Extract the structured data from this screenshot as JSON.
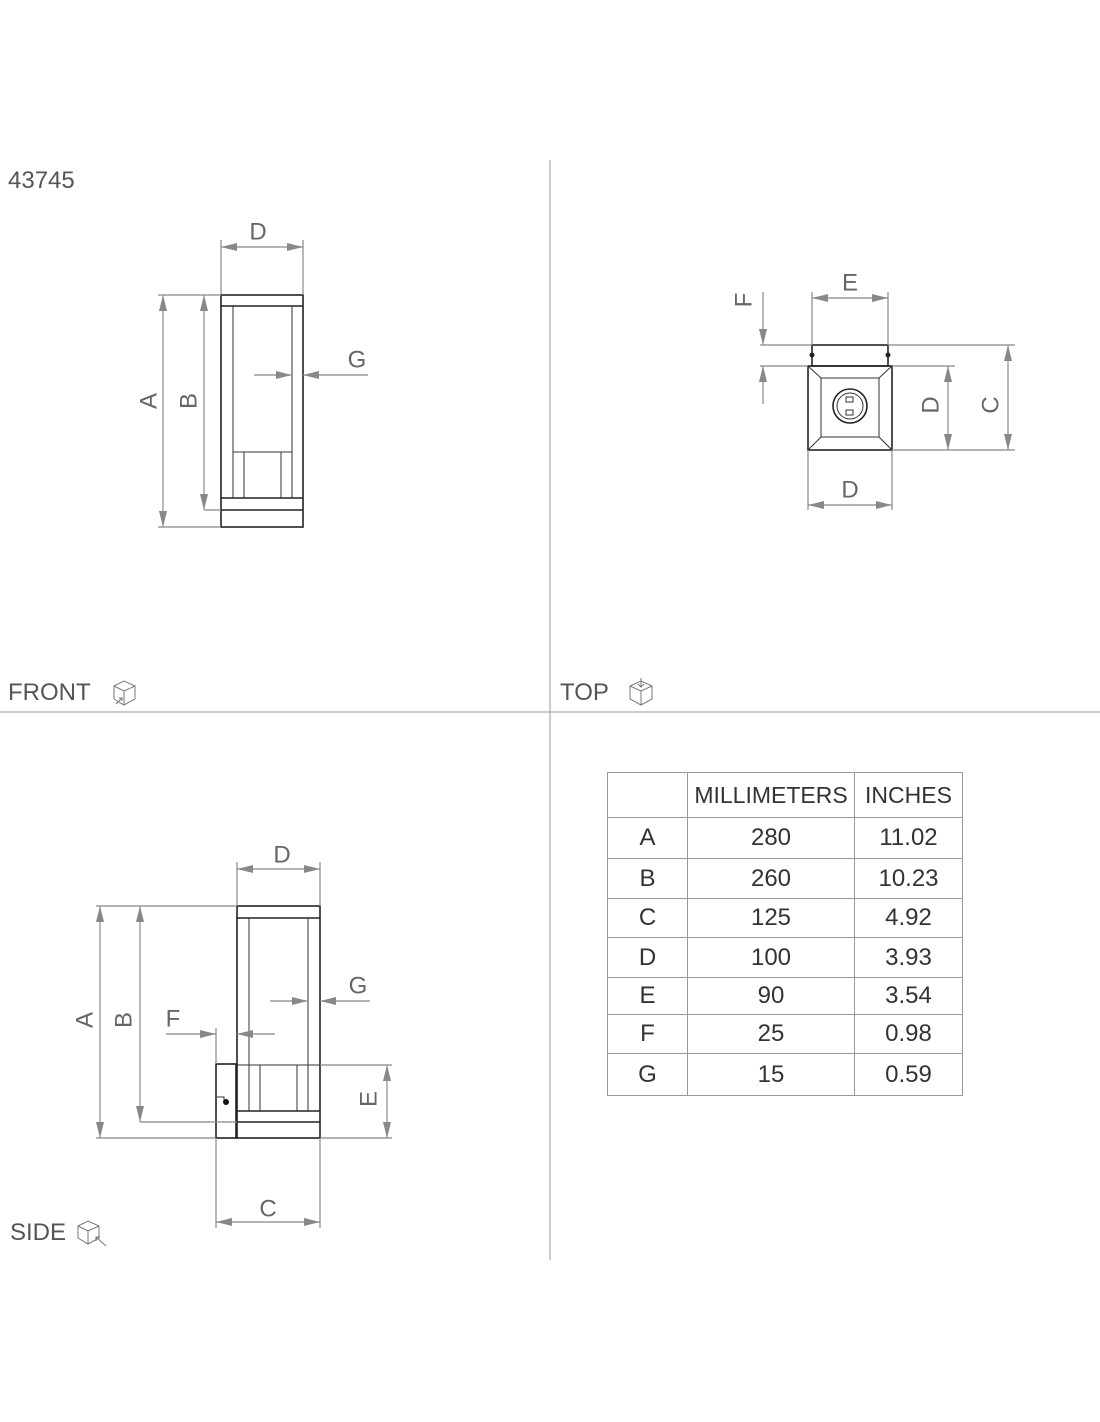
{
  "product_code": "43745",
  "views": {
    "front": {
      "label": "FRONT",
      "icon": "front-view-cube-icon"
    },
    "top": {
      "label": "TOP",
      "icon": "top-view-cube-icon"
    },
    "side": {
      "label": "SIDE",
      "icon": "side-view-cube-icon"
    }
  },
  "dim_letters": {
    "A": "A",
    "B": "B",
    "C": "C",
    "D": "D",
    "E": "E",
    "F": "F",
    "G": "G"
  },
  "table": {
    "headers": [
      "",
      "MILLIMETERS",
      "INCHES"
    ],
    "rows": [
      {
        "dim": "A",
        "mm": "280",
        "in": "11.02"
      },
      {
        "dim": "B",
        "mm": "260",
        "in": "10.23"
      },
      {
        "dim": "C",
        "mm": "125",
        "in": "4.92"
      },
      {
        "dim": "D",
        "mm": "100",
        "in": "3.93"
      },
      {
        "dim": "E",
        "mm": "90",
        "in": "3.54"
      },
      {
        "dim": "F",
        "mm": "25",
        "in": "0.98"
      },
      {
        "dim": "G",
        "mm": "15",
        "in": "0.59"
      }
    ]
  }
}
